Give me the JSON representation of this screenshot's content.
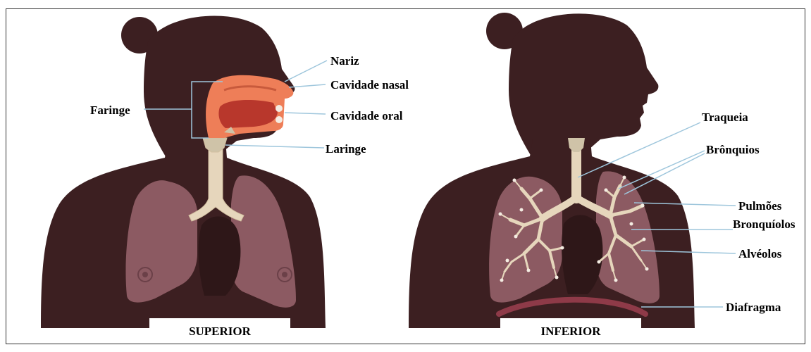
{
  "panels": [
    {
      "caption": "SUPERIOR",
      "labels": {
        "nariz": "Nariz",
        "cavidade_nasal": "Cavidade nasal",
        "cavidade_oral": "Cavidade oral",
        "laringe": "Laringe",
        "faringe": "Faringe"
      }
    },
    {
      "caption": "INFERIOR",
      "labels": {
        "traqueia": "Traqueia",
        "bronquios": "Brônquios",
        "pulmoes": "Pulmões",
        "bronquiolos": "Bronquíolos",
        "alveolos": "Alvéolos",
        "diafragma": "Diafragma"
      }
    }
  ],
  "colors": {
    "silhouette": "#3c1f21",
    "lung": "#8c5a62",
    "lung_inner": "#9b6a72",
    "airway": "#e6d6bc",
    "airway_outline": "#d2bfa0",
    "nasal_tissue": "#ee7e58",
    "oral_cavity": "#b8372c",
    "leader_line": "#9ec6dc",
    "diaphragm": "#8e3a48",
    "caption_bg": "#ffffff",
    "frame": "#333333"
  }
}
